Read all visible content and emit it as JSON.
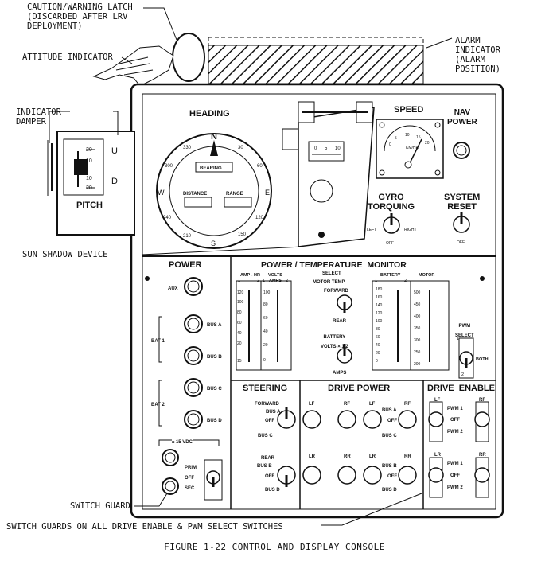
{
  "callouts": {
    "caution_latch": "CAUTION/WARNING LATCH\n(DISCARDED AFTER LRV\nDEPLOYMENT)",
    "alarm_indicator": "ALARM\nINDICATOR\n(ALARM\nPOSITION)",
    "attitude_indicator": "ATTITUDE INDICATOR",
    "indicator_damper": "INDICATOR\nDAMPER",
    "sun_shadow": "SUN SHADOW DEVICE",
    "switch_guard": "SWITCH GUARD",
    "switch_guards_all": "SWITCH GUARDS ON ALL DRIVE ENABLE & PWM SELECT SWITCHES"
  },
  "caption": "FIGURE 1-22   CONTROL AND DISPLAY CONSOLE",
  "pitch": {
    "title": "PITCH",
    "up": "U",
    "down": "D",
    "ticks": [
      "20",
      "10",
      "10",
      "20"
    ]
  },
  "nav": {
    "heading": "HEADING",
    "north": "N",
    "south": "S",
    "west": "W",
    "east": "E",
    "dial": [
      "330",
      "300",
      "30",
      "60",
      "120",
      "150",
      "210",
      "240"
    ],
    "bearing": "BEARING",
    "distance": "DISTANCE",
    "range": "RANGE",
    "speed": "SPEED",
    "kmhr": "KM/HR",
    "speed_ticks": [
      "0",
      "5",
      "10",
      "15",
      "20"
    ],
    "sun_ticks": [
      "0",
      "5",
      "10"
    ],
    "nav_power": "NAV\nPOWER",
    "gyro": "GYRO\nTORQUING",
    "left": "LEFT",
    "right": "RIGHT",
    "off": "OFF",
    "system_reset": "SYSTEM\nRESET"
  },
  "power": {
    "title": "POWER",
    "aux": "AUX",
    "bus_a": "BUS A",
    "bus_b": "BUS B",
    "bus_c": "BUS C",
    "bus_d": "BUS D",
    "bat1": "BAT 1",
    "bat2": "BAT 2",
    "vdc": "± 15 VDC",
    "prim": "PRIM",
    "off": "OFF",
    "sec": "SEC"
  },
  "monitor": {
    "title": "POWER / TEMPERATURE  MONITOR",
    "amp_hr": "AMP - HR",
    "volts": "VOLTS",
    "amps": "AMPS",
    "one": "1",
    "two": "2",
    "select": "SELECT",
    "motor_temp": "MOTOR TEMP",
    "forward": "FORWARD",
    "rear": "REAR",
    "battery_volts": "BATTERY\nVOLTS × 1/2",
    "battery": "BATTERY",
    "motor": "MOTOR",
    "amp_ticks": [
      "120",
      "100",
      "80",
      "60",
      "40",
      "20",
      "15"
    ],
    "volt_ticks": [
      "100",
      "80",
      "60",
      "40",
      "20",
      "0"
    ],
    "batt_ticks": [
      "180",
      "160",
      "140",
      "120",
      "100",
      "80",
      "60",
      "40",
      "20",
      "0"
    ],
    "motor_ticks": [
      "500",
      "450",
      "400",
      "350",
      "300",
      "250",
      "200"
    ],
    "pwm_select": "PWM\nSELECT",
    "both": "BOTH"
  },
  "steering": {
    "title": "STEERING",
    "forward": "FORWARD",
    "bus_a": "BUS A",
    "off": "OFF",
    "bus_c": "BUS C",
    "rear": "REAR",
    "bus_b": "BUS B",
    "bus_d": "BUS D"
  },
  "drive_power": {
    "title": "DRIVE POWER",
    "lf": "LF",
    "rf": "RF",
    "lr": "LR",
    "rr": "RR",
    "bus_a": "BUS A",
    "bus_b": "BUS B",
    "bus_c": "BUS C",
    "bus_d": "BUS D",
    "off": "OFF"
  },
  "drive_enable": {
    "title": "DRIVE  ENABLE",
    "lf": "LF",
    "rf": "RF",
    "lr": "LR",
    "rr": "RR",
    "pwm1": "PWM 1",
    "pwm2": "PWM 2",
    "off": "OFF"
  }
}
